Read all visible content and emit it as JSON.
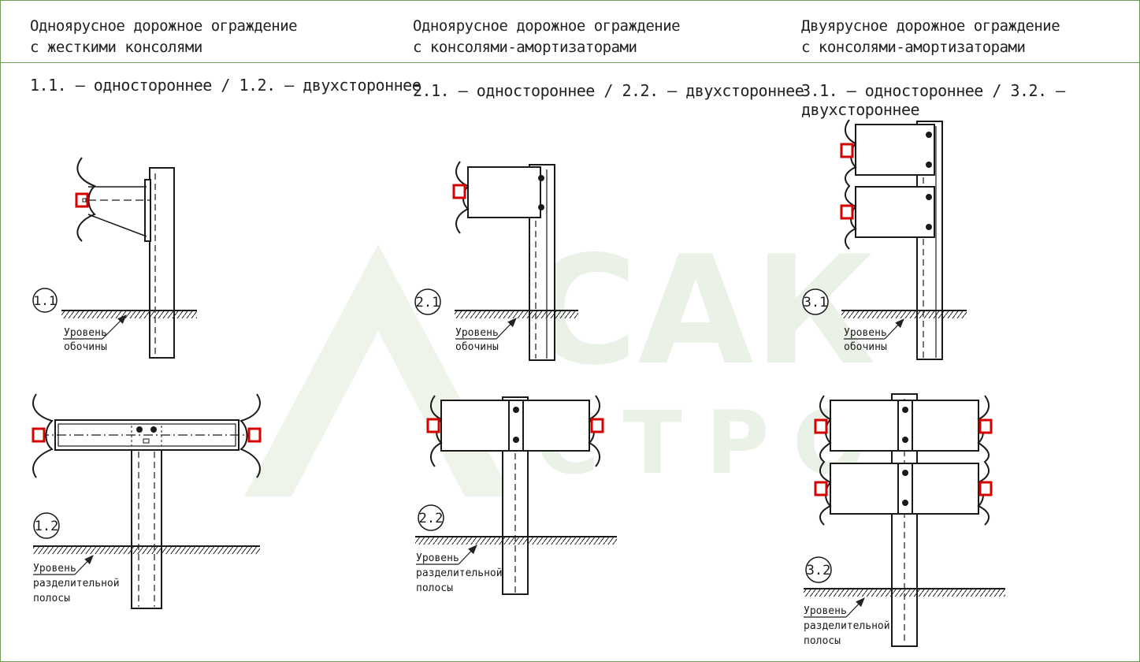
{
  "columns": [
    {
      "title": "Одноярусное дорожное ограждение",
      "subtitle": "с жесткими консолями",
      "variants": "1.1. – одностороннее / 1.2. – двухстороннее"
    },
    {
      "title": "Одноярусное дорожное ограждение",
      "subtitle": "с консолями-амортизаторами",
      "variants": "2.1. – одностороннее / 2.2. – двухстороннее"
    },
    {
      "title": "Двуярусное дорожное ограждение",
      "subtitle": "с консолями-амортизаторами",
      "variants": "3.1. – одностороннее / 3.2. – двухстороннее"
    }
  ],
  "watermark": {
    "line1": "САК",
    "line2": "СТРОЙ"
  },
  "diagrams": {
    "d11": {
      "badge": "1.1",
      "level1": "Уровень",
      "level2": "обочины"
    },
    "d12": {
      "badge": "1.2",
      "level1": "Уровень",
      "level2": "разделительной",
      "level3": "полосы"
    },
    "d21": {
      "badge": "2.1",
      "level1": "Уровень",
      "level2": "обочины"
    },
    "d22": {
      "badge": "2.2",
      "level1": "Уровень",
      "level2": "разделительной",
      "level3": "полосы"
    },
    "d31": {
      "badge": "3.1",
      "level1": "Уровень",
      "level2": "обочины"
    },
    "d32": {
      "badge": "3.2",
      "level1": "Уровень",
      "level2": "разделительной",
      "level3": "полосы"
    }
  },
  "colors": {
    "frame": "#6b9a5a",
    "accent": "#d40000",
    "ink": "#1a1a1a"
  }
}
